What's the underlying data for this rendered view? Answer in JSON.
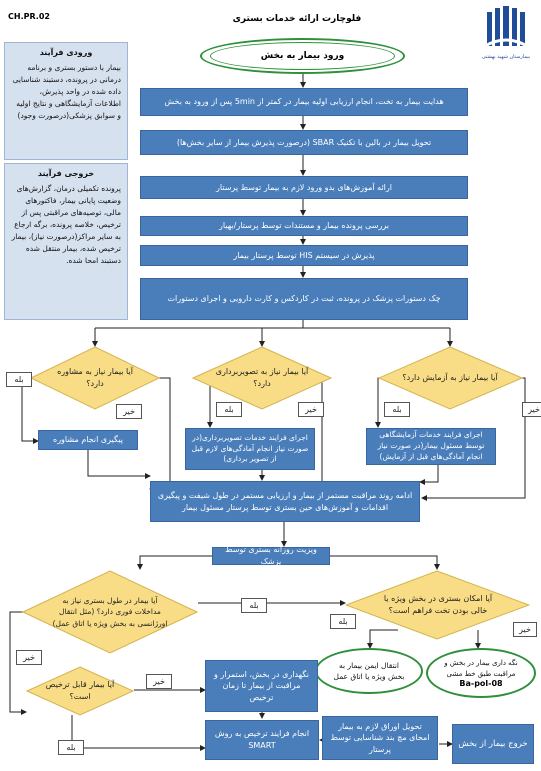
{
  "header": {
    "code": "CH.PR.02",
    "title": "فلوچارت ارائه خدمات بستری",
    "logo_caption": "بیمارستان شهید بهشتی"
  },
  "sidebar": {
    "input_title": "ورودی فرآیند",
    "input_text": "بیمار با دستور بستری و برنامه درمانی در پرونده، دستبند شناسایی داده شده در واحد پذیرش، اطلاعات آزمایشگاهی و نتایج اولیه و سوابق پزشکی(درصورت وجود)",
    "output_title": "خروجی فرآیند",
    "output_text": "پرونده تکمیلی درمان، گزارش‌های وضعیت پایانی بیمار، فاکتورهای مالی، توصیه‌های مراقبتی پس از ترخیص، خلاصه پرونده، برگه ارجاع به سایر مراکز(درصورت نیاز)، بیمار ترخیص شده، بیمار منتقل شده دستبند امحا شده."
  },
  "flow": {
    "start": "ورود بیمار به بخش",
    "step1": "هدایت بیمار به تخت، انجام ارزیابی اولیه بیمار در کمتر از 5min پس از ورود به بخش",
    "step2": "تحویل بیمار در بالین با تکنیک SBAR (درصورت پذیرش بیمار از سایر بخش‌ها)",
    "step3": "ارائه آموزش‌های بدو ورود لازم به بیمار توسط پرستار",
    "step4": "بررسی پرونده بیمار و مستندات توسط پرستار/بهیار",
    "step5": "پذیرش در سیستم HIS توسط پرستار بیمار",
    "step6": "چک دستورات پزشک در پرونده، ثبت در کاردکس و کارت دارویی و اجرای دستورات",
    "dec_consult": "آیا بیمار نیاز به مشاوره دارد؟",
    "dec_imaging": "آیا بیمار نیاز به تصویربرداری دارد؟",
    "dec_lab": "آیا بیمار نیاز به آزمایش دارد؟",
    "yes": "بله",
    "no": "خیر",
    "act_consult": "پیگیری انجام مشاوره",
    "act_imaging": "اجرای فرایند خدمات تصویربرداری(در صورت نیاز انجام آمادگی‌های لازم قبل از تصویر برداری)",
    "act_lab": "اجرای فرایند خدمات آزمایشگاهی توسط مسئول بیمار(در صورت نیاز انجام آمادگی‌های قبل از آزمایش)",
    "continue": "ادامه روند مراقبت مستمر از بیمار و ارزیابی مستمر در طول شیفت و پیگیری اقدامات و آموزش‌های حین بستری توسط پرستار مسئول بیمار",
    "visit": "ویزیت روزانه بستری توسط پزشک",
    "dec_transfer": "آیا بیمار در طول بستری نیاز به مداخلات فوری دارد؟ (مثل انتقال اورژانسی به بخش ویژه یا اتاق عمل)",
    "dec_bed": "آیا امکان بستری در بخش ویژه یا خالی بودن تخت فراهم است؟",
    "oval_transfer": "انتقال ایمن بیمار به بخش ویژه یا اتاق عمل",
    "oval_keep": "نگه داری بیمار در بخش و مراقبت طبق خط مشی",
    "oval_code": "Ba-pol-08",
    "dec_discharge": "آیا بیمار قابل ترخیص است؟",
    "keep_care": "نگهداری در بخش، استمرار و مراقبت از بیمار تا زمان ترخیص",
    "discharge_smart": "انجام فرایند ترخیص به روش SMART",
    "deliver": "تحویل اوراق لازم به بیمار امحای مچ بند شناسایی توسط پرستار",
    "exit": "خروج بیمار از بخش"
  }
}
